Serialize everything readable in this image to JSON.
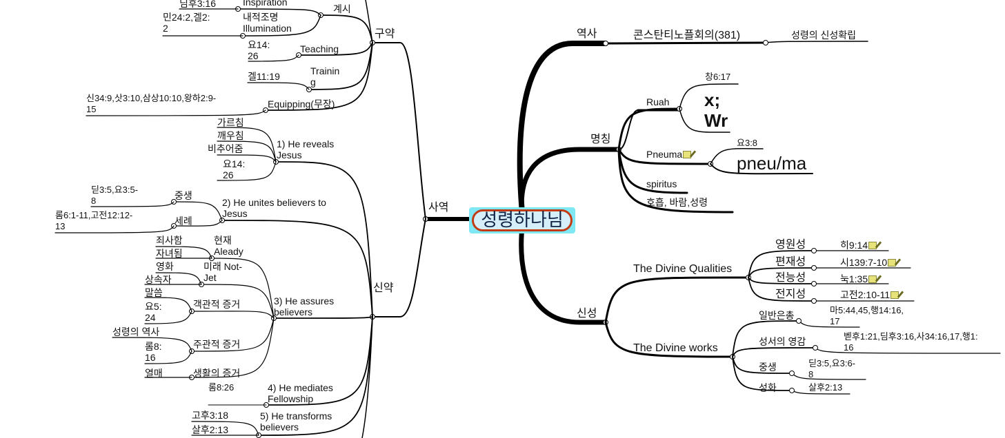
{
  "central": {
    "label": "성령하나님",
    "colors": {
      "box": "#7fe8f4",
      "cloud_fill": "#d4eefa",
      "cloud_border": "#c23b12"
    }
  },
  "left": {
    "ministry": {
      "label": "사역",
      "old_testament": {
        "label": "구약",
        "revelation": {
          "label": "계시",
          "inspiration": {
            "label": "Inspiration",
            "ref": "딤후3:16"
          },
          "illumination": {
            "label": "내적조명\nIllumination",
            "ref": "민24:2,겔2:\n2"
          }
        },
        "teaching": {
          "label": "Teaching",
          "ref": "요14:\n26"
        },
        "training": {
          "label": "Trainin\ng",
          "ref": "겔11:19"
        },
        "equipping": {
          "label": "Equipping(무장)",
          "ref": "신34:9,삿3:10,삼상10:10,왕하2:9-\n15"
        }
      },
      "new_testament": {
        "label": "신약",
        "reveals": {
          "label": "1) He reveals\nJesus",
          "children": [
            "가르침",
            "깨우침",
            "비추어줌",
            "요14:\n26"
          ]
        },
        "unites": {
          "label": "2) He unites believers to\nJesus",
          "rebirth": {
            "label": "중생",
            "ref": "딛3:5,요3:5-\n8"
          },
          "baptism": {
            "label": "세례",
            "ref": "롬6:1-11,고전12:12-\n13"
          }
        },
        "assures": {
          "label": "3) He assures\nbelievers",
          "already": {
            "label": "현재\nAleady",
            "children": [
              "죄사함",
              "자녀됨"
            ]
          },
          "not_yet": {
            "label": "미래 Not-\nJet",
            "children": [
              "영화",
              "상속자"
            ]
          },
          "objective": {
            "label": "객관적 증거",
            "children": [
              "말씀",
              "요5:\n24"
            ]
          },
          "subjective": {
            "label": "주관적 증거",
            "children": [
              "성령의 역사",
              "롬8:\n16"
            ]
          },
          "life": {
            "label": "생활의 증거",
            "children": [
              "열매"
            ]
          }
        },
        "mediates": {
          "label": "4) He mediates\nFellowship",
          "ref": "롬8:26"
        },
        "transforms": {
          "label": "5) He transforms\nbelievers",
          "children": [
            "고후3:18",
            "살후2:13"
          ]
        }
      }
    }
  },
  "right": {
    "history": {
      "label": "역사",
      "council": {
        "label": "콘스탄티노플회의(381)",
        "child": "성령의 신성확립"
      }
    },
    "names": {
      "label": "명칭",
      "ruah": {
        "label": "Ruah",
        "ref": "창6:17",
        "hebrew": "x;\nWr"
      },
      "pneuma": {
        "label": "Pneuma",
        "ref": "요3:8",
        "greek": "pneu/ma"
      },
      "spiritus": {
        "label": "spiritus"
      },
      "korean": {
        "label": "호흡, 바람,성령"
      }
    },
    "deity": {
      "label": "신성",
      "qualities": {
        "label": "The Divine Qualities",
        "items": [
          {
            "label": "영원성",
            "ref": "히9:14"
          },
          {
            "label": "편재성",
            "ref": "시139:7-10"
          },
          {
            "label": "전능성",
            "ref": "눅1:35"
          },
          {
            "label": "전지성",
            "ref": "고전2:10-11"
          }
        ]
      },
      "works": {
        "label": "The Divine works",
        "items": [
          {
            "label": "일반은총",
            "ref": "마5:44,45,행14:16,\n17"
          },
          {
            "label": "성서의 영감",
            "ref": "벧후1:21,딤후3:16,사34:16,17,행1:\n16"
          },
          {
            "label": "중생",
            "ref": "딛3:5,요3:6-\n8"
          },
          {
            "label": "성화",
            "ref": "살후2:13"
          }
        ]
      }
    }
  }
}
